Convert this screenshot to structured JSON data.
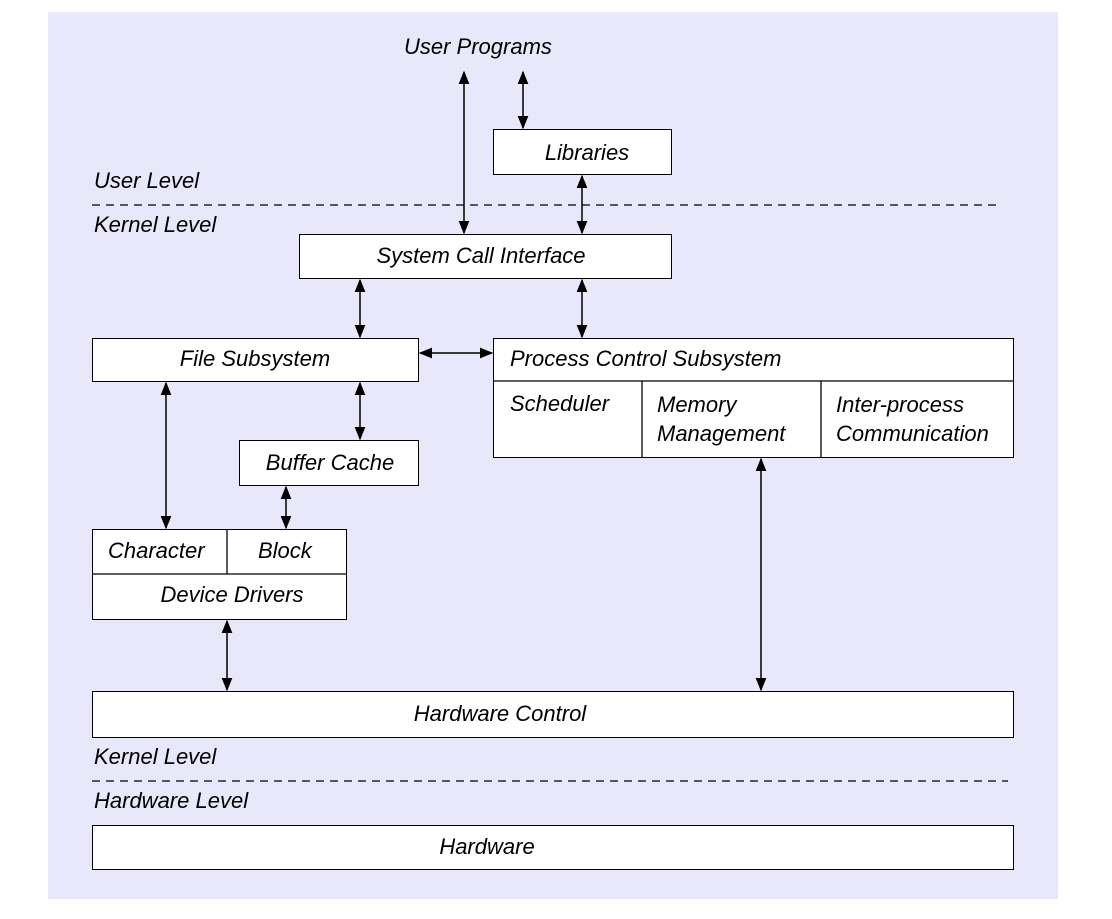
{
  "diagram": {
    "labels": {
      "user_programs": "User Programs",
      "user_level": "User Level",
      "kernel_level_top": "Kernel Level",
      "kernel_level_bottom": "Kernel Level",
      "hardware_level": "Hardware Level"
    },
    "boxes": {
      "libraries": "Libraries",
      "system_call_interface": "System Call Interface",
      "file_subsystem": "File Subsystem",
      "buffer_cache": "Buffer Cache",
      "character": "Character",
      "block": "Block",
      "device_drivers": "Device Drivers",
      "process_control_subsystem": "Process Control Subsystem",
      "scheduler": "Scheduler",
      "memory_management": "Memory\nManagement",
      "inter_process_communication": "Inter-process\nCommunication",
      "hardware_control": "Hardware Control",
      "hardware": "Hardware"
    },
    "colors": {
      "background": "#e8e8fa",
      "box_fill": "#ffffff",
      "line": "#000000"
    }
  }
}
